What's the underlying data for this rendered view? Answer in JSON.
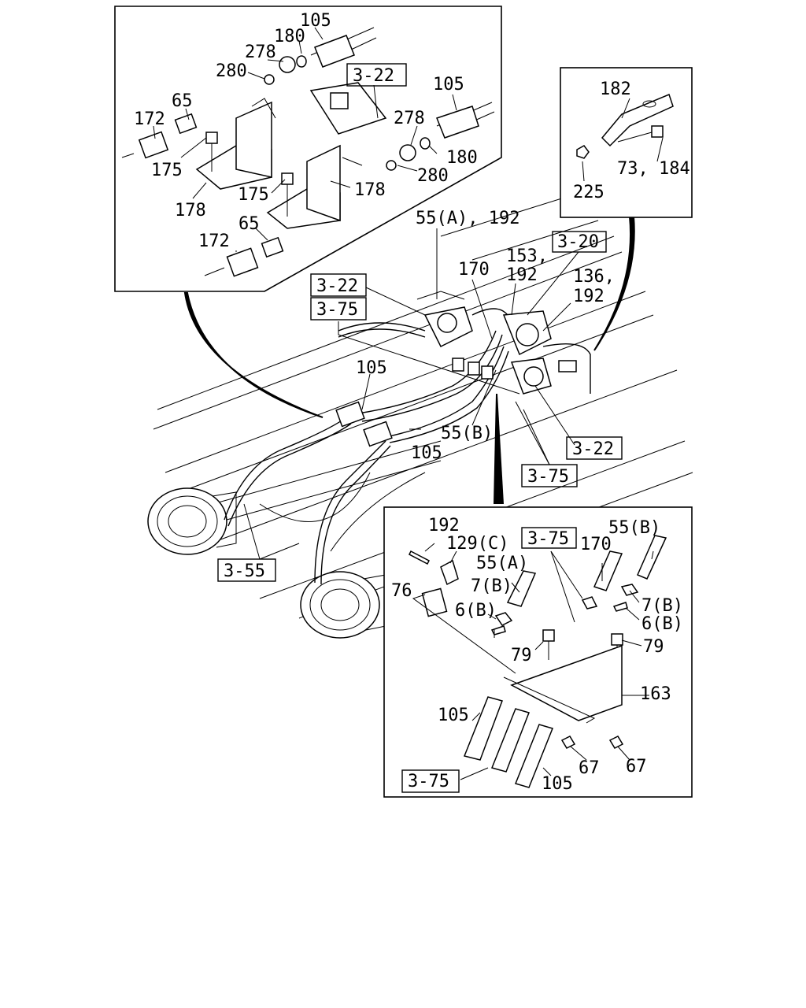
{
  "callouts": {
    "tl_105": "105",
    "tl_180": "180",
    "tl_278": "278",
    "tl_280": "280",
    "tl_ref_322": "3-22",
    "tl_105b": "105",
    "tl_65": "65",
    "tl_172": "172",
    "tl_278b": "278",
    "tl_180b": "180",
    "tl_175": "175",
    "tl_280b": "280",
    "tl_175b": "175",
    "tl_178": "178",
    "tl_178b": "178",
    "tl_65b": "65",
    "tl_172b": "172",
    "tr_182": "182",
    "tr_73_184": "73, 184",
    "tr_225": "225",
    "m_55a_192": "55(A), 192",
    "m_ref_320": "3-20",
    "m_153": "153,",
    "m_170": "170",
    "m_192": "192",
    "m_136": "136,",
    "m_192b": "192",
    "m_ref_322": "3-22",
    "m_ref_375": "3-75",
    "m_105": "105",
    "m_55b": "55(B)",
    "m_105b": "105",
    "m_ref_322b": "3-22",
    "m_ref_375b": "3-75",
    "m_ref_355": "3-55",
    "b_192": "192",
    "b_129c": "129(C)",
    "b_ref_375": "3-75",
    "b_170": "170",
    "b_55b": "55(B)",
    "b_55a": "55(A)",
    "b_76": "76",
    "b_7b": "7(B)",
    "b_7b2": "7(B)",
    "b_6b": "6(B)",
    "b_6b2": "6(B)",
    "b_79": "79",
    "b_79b": "79",
    "b_163": "163",
    "b_105": "105",
    "b_105b": "105",
    "b_67": "67",
    "b_67b": "67",
    "b_ref_375b": "3-75"
  }
}
